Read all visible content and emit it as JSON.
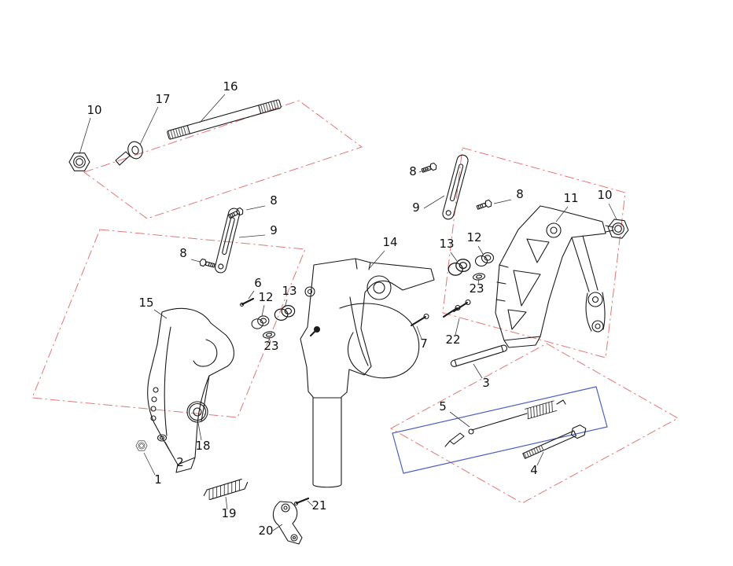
{
  "diagram": {
    "type": "exploded-parts-diagram",
    "colors": {
      "ink": "#1a1a1a",
      "construction_line": "#e07878",
      "group_box": "#5060bf",
      "background": "#ffffff"
    },
    "labels": [
      {
        "text": "10"
      },
      {
        "text": "17"
      },
      {
        "text": "16"
      },
      {
        "text": "8"
      },
      {
        "text": "9"
      },
      {
        "text": "8"
      },
      {
        "text": "11"
      },
      {
        "text": "10"
      },
      {
        "text": "8"
      },
      {
        "text": "9"
      },
      {
        "text": "8"
      },
      {
        "text": "14"
      },
      {
        "text": "13"
      },
      {
        "text": "12"
      },
      {
        "text": "23"
      },
      {
        "text": "6"
      },
      {
        "text": "12"
      },
      {
        "text": "13"
      },
      {
        "text": "15"
      },
      {
        "text": "23"
      },
      {
        "text": "7"
      },
      {
        "text": "22"
      },
      {
        "text": "3"
      },
      {
        "text": "5"
      },
      {
        "text": "4"
      },
      {
        "text": "18"
      },
      {
        "text": "2"
      },
      {
        "text": "1"
      },
      {
        "text": "19"
      },
      {
        "text": "21"
      },
      {
        "text": "20"
      }
    ]
  }
}
